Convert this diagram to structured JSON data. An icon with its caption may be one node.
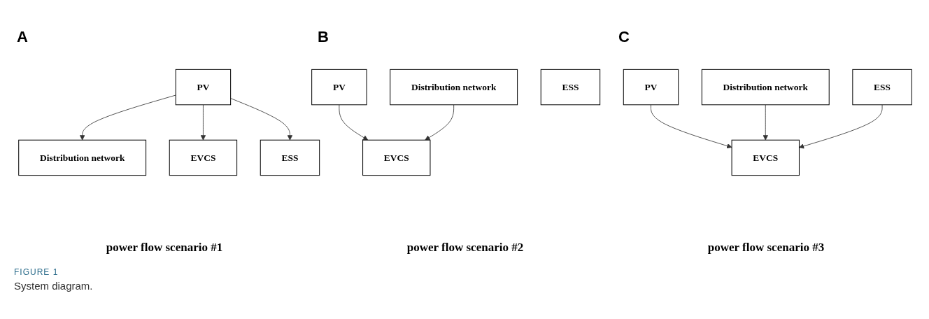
{
  "diagram": {
    "caption": "System diagram.",
    "nodes": [
      {
        "text": [
          "PV"
        ]
      },
      {
        "text": [
          "Distribution network"
        ]
      },
      {
        "text": [
          "EVCS"
        ]
      },
      {
        "text": [
          "ESS"
        ]
      },
      {
        "text": [
          "PV"
        ]
      },
      {
        "text": [
          "Distribution network"
        ]
      },
      {
        "text": [
          "EVCS"
        ]
      },
      {
        "text": [
          "ESS"
        ]
      },
      {
        "text": [
          "PV"
        ]
      },
      {
        "text": [
          "Distribution network"
        ]
      },
      {
        "text": [
          "EVCS"
        ]
      },
      {
        "text": [
          "ESS"
        ]
      }
    ],
    "edges": [
      {
        "from": 0,
        "to": 1,
        "arrow": "to"
      },
      {
        "from": 0,
        "to": 2,
        "arrow": "to"
      },
      {
        "from": 0,
        "to": 3,
        "arrow": "to"
      },
      {
        "from": 4,
        "to": 6,
        "arrow": "to"
      },
      {
        "from": 5,
        "to": 6,
        "arrow": "to"
      },
      {
        "from": 8,
        "to": 10,
        "arrow": "to"
      },
      {
        "from": 9,
        "to": 10,
        "arrow": "to"
      },
      {
        "from": 11,
        "to": 10,
        "arrow": "to"
      }
    ],
    "labels": [
      "A",
      "B",
      "C",
      "power flow scenario #1",
      "power flow scenario #2",
      "power flow scenario #3",
      "FIGURE 1"
    ]
  }
}
